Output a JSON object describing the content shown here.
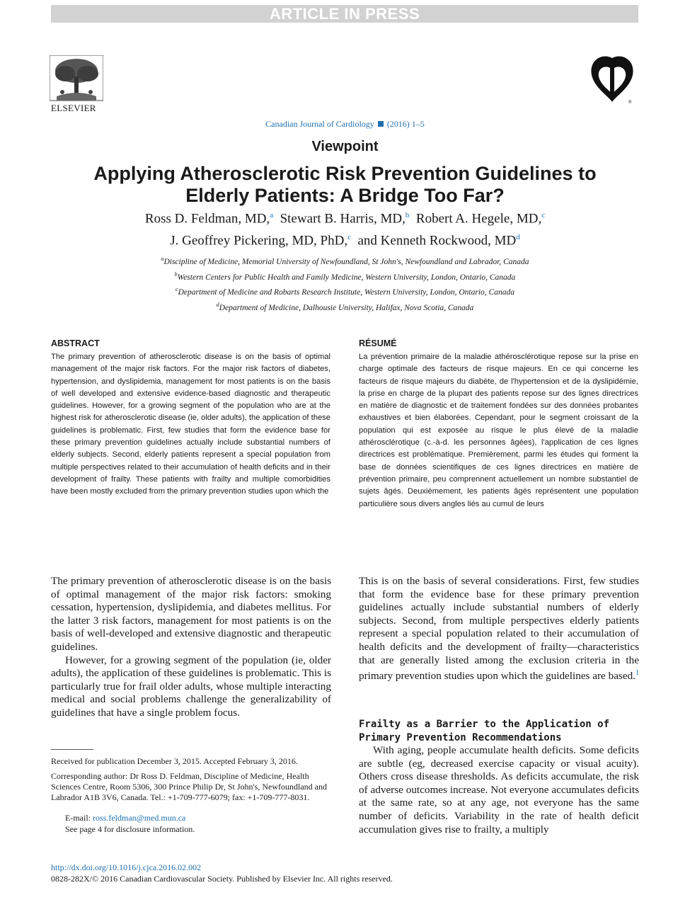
{
  "banner": "ARTICLE IN PRESS",
  "publisher": "ELSEVIER",
  "journal": {
    "name": "Canadian Journal of Cardiology",
    "issue": "(2016) 1–5"
  },
  "section_label": "Viewpoint",
  "title_line1": "Applying Atherosclerotic Risk Prevention Guidelines to",
  "title_line2": "Elderly Patients: A Bridge Too Far?",
  "authors": [
    {
      "name": "Ross D. Feldman, MD,",
      "sup": "a"
    },
    {
      "name": "Stewart B. Harris, MD,",
      "sup": "b"
    },
    {
      "name": "Robert A. Hegele, MD,",
      "sup": "c"
    },
    {
      "name": "J. Geoffrey Pickering, MD, PhD,",
      "sup": "c"
    },
    {
      "name": "and Kenneth Rockwood, MD",
      "sup": "d"
    }
  ],
  "affiliations": [
    {
      "sup": "a",
      "text": "Discipline of Medicine, Memorial University of Newfoundland, St John's, Newfoundland and Labrador, Canada"
    },
    {
      "sup": "b",
      "text": "Western Centers for Public Health and Family Medicine, Western University, London, Ontario, Canada"
    },
    {
      "sup": "c",
      "text": "Department of Medicine and Robarts Research Institute, Western University, London, Ontario, Canada"
    },
    {
      "sup": "d",
      "text": "Department of Medicine, Dalhousie University, Halifax, Nova Scotia, Canada"
    }
  ],
  "abstract": {
    "heading": "ABSTRACT",
    "text": "The primary prevention of atherosclerotic disease is on the basis of optimal management of the major risk factors. For the major risk factors of diabetes, hypertension, and dyslipidemia, management for most patients is on the basis of well developed and extensive evidence-based diagnostic and therapeutic guidelines. However, for a growing segment of the population who are at the highest risk for atherosclerotic disease (ie, older adults), the application of these guidelines is problematic. First, few studies that form the evidence base for these primary prevention guidelines actually include substantial numbers of elderly subjects. Second, elderly patients represent a special population from multiple perspectives related to their accumulation of health deficits and in their development of frailty. These patients with frailty and multiple comorbidities have been mostly excluded from the primary prevention studies upon which the"
  },
  "resume": {
    "heading": "RÉSUMÉ",
    "text": "La prévention primaire de la maladie athérosclérotique repose sur la prise en charge optimale des facteurs de risque majeurs. En ce qui concerne les facteurs de risque majeurs du diabète, de l'hypertension et de la dyslipidémie, la prise en charge de la plupart des patients repose sur des lignes directrices en matière de diagnostic et de traitement fondées sur des données probantes exhaustives et bien élaborées. Cependant, pour le segment croissant de la population qui est exposée au risque le plus élevé de la maladie athérosclérotique (c.-à-d. les personnes âgées), l'application de ces lignes directrices est problématique. Premièrement, parmi les études qui forment la base de données scientifiques de ces lignes directrices en matière de prévention primaire, peu comprennent actuellement un nombre substantiel de sujets âgés. Deuxièmement, les patients âgés représentent une population particulière sous divers angles liés au cumul de leurs"
  },
  "body_left": {
    "p1": "The primary prevention of atherosclerotic disease is on the basis of optimal management of the major risk factors: smoking cessation, hypertension, dyslipidemia, and diabetes mellitus. For the latter 3 risk factors, management for most patients is on the basis of well-developed and extensive diagnostic and therapeutic guidelines.",
    "p2": "However, for a growing segment of the population (ie, older adults), the application of these guidelines is problematic. This is particularly true for frail older adults, whose multiple interacting medical and social problems challenge the generalizability of guidelines that have a single problem focus."
  },
  "body_right": {
    "p1": "This is on the basis of several considerations. First, few studies that form the evidence base for these primary prevention guidelines actually include substantial numbers of elderly subjects. Second, from multiple perspectives elderly patients represent a special population related to their accumulation of health deficits and the development of frailty—characteristics that are generally listed among the exclusion criteria in the primary prevention studies upon which the guidelines are based.",
    "p1_ref": "1",
    "section_heading": "Frailty as a Barrier to the Application of Primary Prevention Recommendations",
    "p2": "With aging, people accumulate health deficits. Some deficits are subtle (eg, decreased exercise capacity or visual acuity). Others cross disease thresholds. As deficits accumulate, the risk of adverse outcomes increase. Not everyone accumulates deficits at the same rate, so at any age, not everyone has the same number of deficits. Variability in the rate of health deficit accumulation gives rise to frailty, a multiply"
  },
  "footnotes": {
    "received": "Received for publication December 3, 2015. Accepted February 3, 2016.",
    "corresponding": "Corresponding author: Dr Ross D. Feldman, Discipline of Medicine, Health Sciences Centre, Room 5306, 300 Prince Philip Dr, St John's, Newfoundland and Labrador A1B 3V6, Canada. Tel.: +1-709-777-6079; fax: +1-709-777-8031.",
    "email_label": "E-mail:",
    "email": "ross.feldman@med.mun.ca",
    "disclosure": "See page 4 for disclosure information."
  },
  "doi": "http://dx.doi.org/10.1016/j.cjca.2016.02.002",
  "copyright": "0828-282X/© 2016 Canadian Cardiovascular Society. Published by Elsevier Inc. All rights reserved.",
  "colors": {
    "link": "#1f6fb0",
    "banner_bg": "#d2d2d2"
  },
  "icons": [
    "elsevier-tree-logo",
    "ccs-heart-logo"
  ]
}
